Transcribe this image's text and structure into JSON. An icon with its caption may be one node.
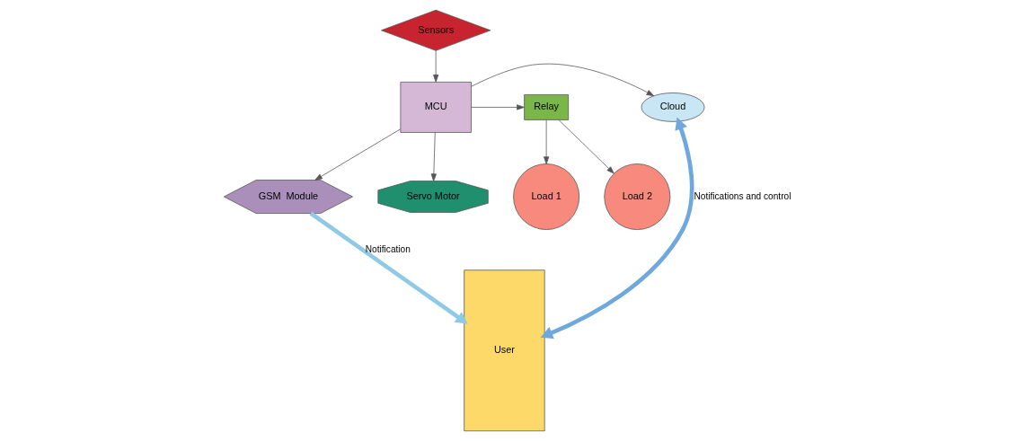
{
  "diagram": {
    "nodes": [
      {
        "text": [
          "Sensors"
        ]
      },
      {
        "text": [
          "MCU"
        ]
      },
      {
        "text": [
          "Cloud"
        ]
      },
      {
        "text": [
          "User"
        ]
      },
      {
        "text": [
          "Relay"
        ]
      },
      {
        "text": [
          "Load 1"
        ]
      },
      {
        "text": [
          "Load 2"
        ]
      },
      {
        "text": [
          "Servo Motor"
        ]
      },
      {
        "text": [
          "GSM  Module"
        ]
      }
    ],
    "edges": [
      {
        "from": 0,
        "to": 1,
        "arrow": "to"
      },
      {
        "from": 1,
        "to": 4,
        "arrow": "to"
      },
      {
        "from": 1,
        "to": 2,
        "arrow": "to"
      },
      {
        "from": 4,
        "to": 5,
        "arrow": "to"
      },
      {
        "from": 4,
        "to": 6,
        "arrow": "to"
      },
      {
        "from": 1,
        "to": 7,
        "arrow": "to"
      },
      {
        "from": 1,
        "to": 8,
        "arrow": "to"
      },
      {
        "from": 2,
        "to": 3,
        "arrow": "both",
        "label": "Notifications and control",
        "style": "thick",
        "color": "#6fa8dc"
      },
      {
        "from": 8,
        "to": 3,
        "arrow": "to",
        "label": "Notification",
        "style": "thick",
        "color": "#8ecae6"
      }
    ]
  }
}
